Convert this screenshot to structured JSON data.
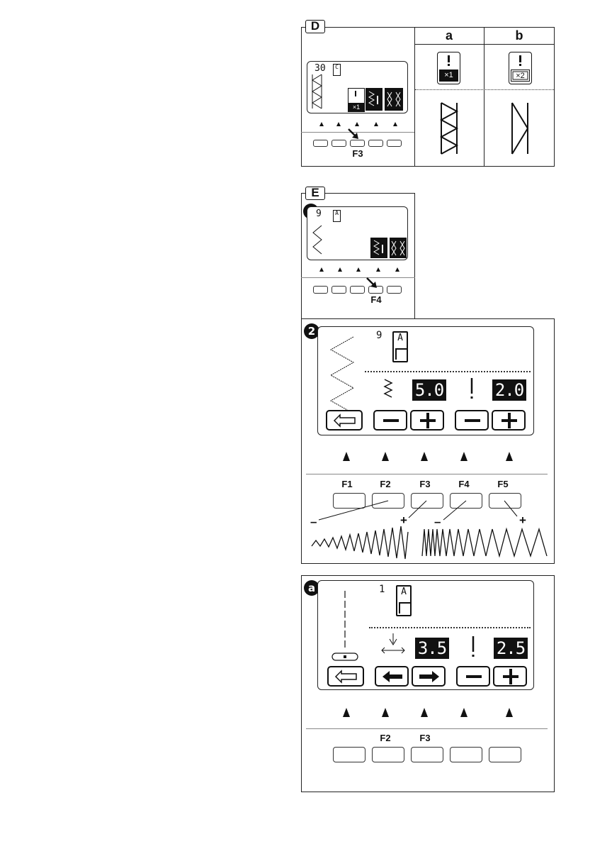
{
  "panel_d": {
    "tag": "D",
    "lcd_number": "30",
    "foot_code": "C",
    "key_label": "F3",
    "col_a_header": "a",
    "col_b_header": "b",
    "icon_a_text": "×1",
    "icon_b_text": "×2",
    "btn_icon_text": "×1"
  },
  "panel_e": {
    "tag": "E",
    "step1_badge": "1",
    "step1_number": "9",
    "step1_foot": "A",
    "step1_key": "F4",
    "step2_badge": "2",
    "step2_number": "9",
    "step2_foot": "A",
    "width_value": "5.0",
    "length_value": "2.0",
    "fkeys": [
      "F1",
      "F2",
      "F3",
      "F4",
      "F5"
    ],
    "minus_label": "–",
    "plus_label": "+"
  },
  "panel_a": {
    "badge": "a",
    "number": "1",
    "foot": "A",
    "position_value": "3.5",
    "length_value": "2.5",
    "fkeys": [
      "F2",
      "F3"
    ]
  }
}
